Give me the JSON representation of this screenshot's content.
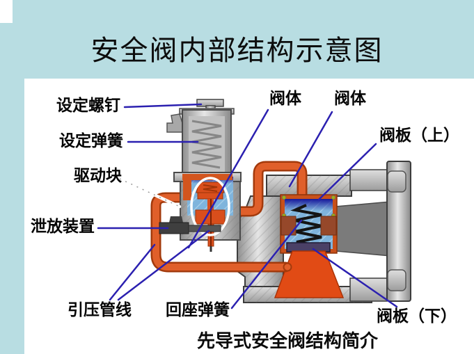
{
  "page": {
    "title": "安全阀内部结构示意图",
    "caption": "先导式安全阀结构简介",
    "background_color": "#b8dde2",
    "panel_color": "#ffffff"
  },
  "labels": {
    "setting_screw": "设定螺钉",
    "setting_spring": "设定弹簧",
    "drive_block": "驱动块",
    "release_device": "泄放装置",
    "pressure_pipeline": "引压管线",
    "return_spring": "回座弹簧",
    "valve_body_1": "阀体",
    "valve_body_2": "阀体",
    "valve_plate_upper": "阀板（上）",
    "valve_plate_lower": "阀板（下）"
  },
  "colors": {
    "leader_line_blue": "#2b20b0",
    "pipe_orange": "#e05f2a",
    "inlet_red": "#e14b15",
    "chamber_blue": "#7fb4dc",
    "metal_gray": "#c0c0c0",
    "spring_black": "#141414",
    "highlight_ellipse": "#ffffff"
  }
}
